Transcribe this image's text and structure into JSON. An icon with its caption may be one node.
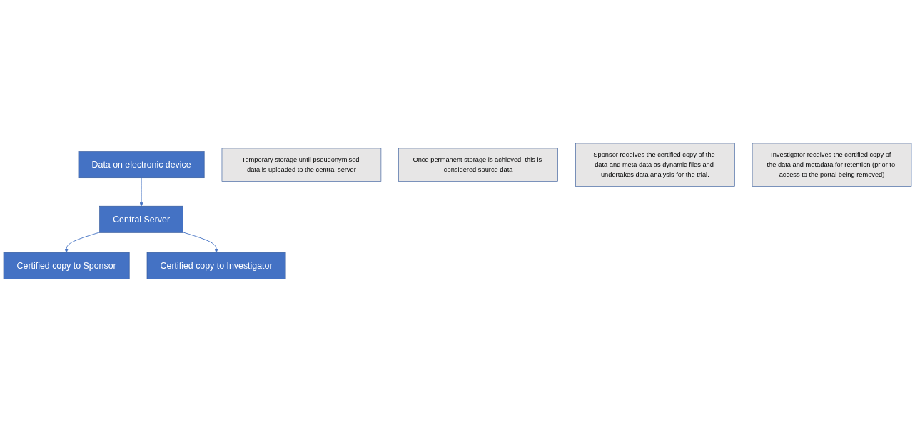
{
  "diagram": {
    "nodes": [
      {
        "text": [
          "Data on electronic device"
        ]
      },
      {
        "text": [
          "Central Server"
        ]
      },
      {
        "text": [
          "Certified copy to Sponsor"
        ]
      },
      {
        "text": [
          "Certified copy to Investigator"
        ]
      },
      {
        "text": [
          "Temporary storage until pseudonymised data is uploaded to the central server"
        ]
      },
      {
        "text": [
          "Once permanent storage is achieved, this is considered source data"
        ]
      },
      {
        "text": [
          "Sponsor receives the certified copy of the data and meta data as dynamic files and undertakes data analysis for the trial."
        ]
      },
      {
        "text": [
          "Investigator receives the certified copy of the data and metadata for retention (prior to access to the portal being removed)"
        ]
      }
    ],
    "edges": [
      {
        "from": 0,
        "to": 1,
        "arrow": "to"
      },
      {
        "from": 1,
        "to": 2,
        "arrow": "to"
      },
      {
        "from": 1,
        "to": 3,
        "arrow": "to"
      }
    ]
  }
}
